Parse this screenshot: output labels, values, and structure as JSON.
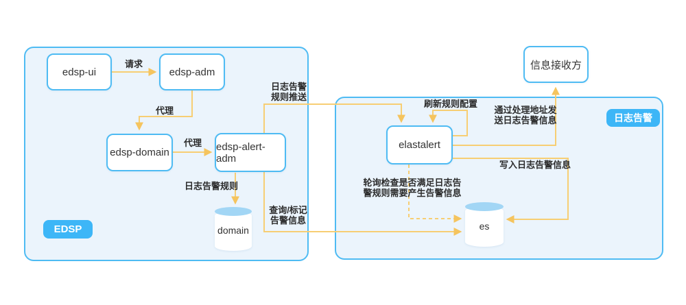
{
  "groups": {
    "edsp": "EDSP",
    "log_alert": "日志告警"
  },
  "nodes": {
    "edsp_ui": "edsp-ui",
    "edsp_adm": "edsp-adm",
    "edsp_domain": "edsp-domain",
    "edsp_alert_adm": "edsp-alert-adm",
    "domain_db": "domain",
    "elastalert": "elastalert",
    "es_db": "es",
    "receiver": "信息接收方"
  },
  "edges": {
    "request": "请求",
    "proxy_adm_domain": "代理",
    "proxy_domain_alert": "代理",
    "log_alert_rule": "日志告警规则",
    "rule_push": "日志告警\n规则推送",
    "query_mark": "查询/标记\n告警信息",
    "refresh_rules": "刷新规则配置",
    "send_via_handler": "通过处理地址发\n送日志告警信息",
    "write_alert_info": "写入日志告警信息",
    "poll_check": "轮询检查是否满足日志告\n警规则需要产生告警信息"
  },
  "colors": {
    "accent": "#3DB6F7",
    "container_border": "#4EBBF3",
    "container_fill": "#EBF4FC",
    "arrow_line": "#F7CE73",
    "arrow_head": "#F5C45E",
    "cylinder_top": "#A2D6F5",
    "text": "#333333"
  }
}
